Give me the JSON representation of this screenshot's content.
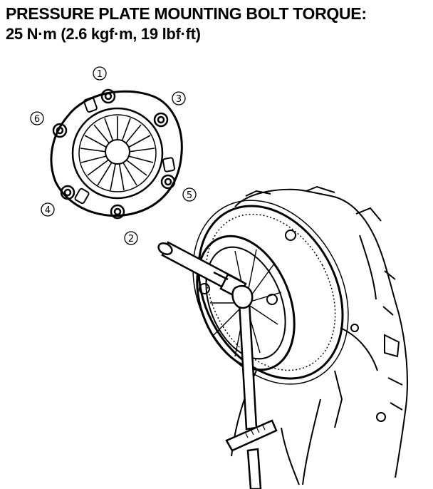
{
  "heading": {
    "title": "PRESSURE PLATE MOUNTING BOLT TORQUE:",
    "value": "25 N·m (2.6 kgf·m, 19 lbf·ft)"
  },
  "sequence_labels": [
    "1",
    "2",
    "3",
    "4",
    "5",
    "6"
  ]
}
